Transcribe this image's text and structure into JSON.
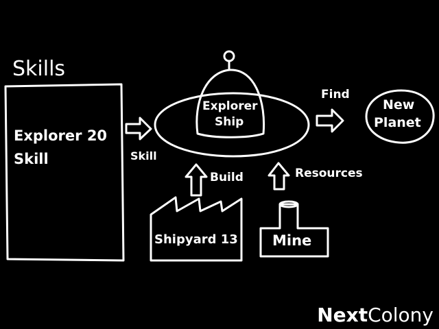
{
  "diagram": {
    "skills_heading": "Skills",
    "skills_box_line1": "Explorer 20",
    "skills_box_line2": "Skill",
    "skill_arrow_label": "Skill",
    "ship_line1": "Explorer",
    "ship_line2": "Ship",
    "find_label": "Find",
    "planet_line1": "New",
    "planet_line2": "Planet",
    "build_label": "Build",
    "resources_label": "Resources",
    "shipyard_label": "Shipyard 13",
    "mine_label": "Mine"
  },
  "brand": {
    "part1": "Next",
    "part2": "Colony"
  },
  "colors": {
    "background": "#000000",
    "stroke": "#ffffff"
  }
}
